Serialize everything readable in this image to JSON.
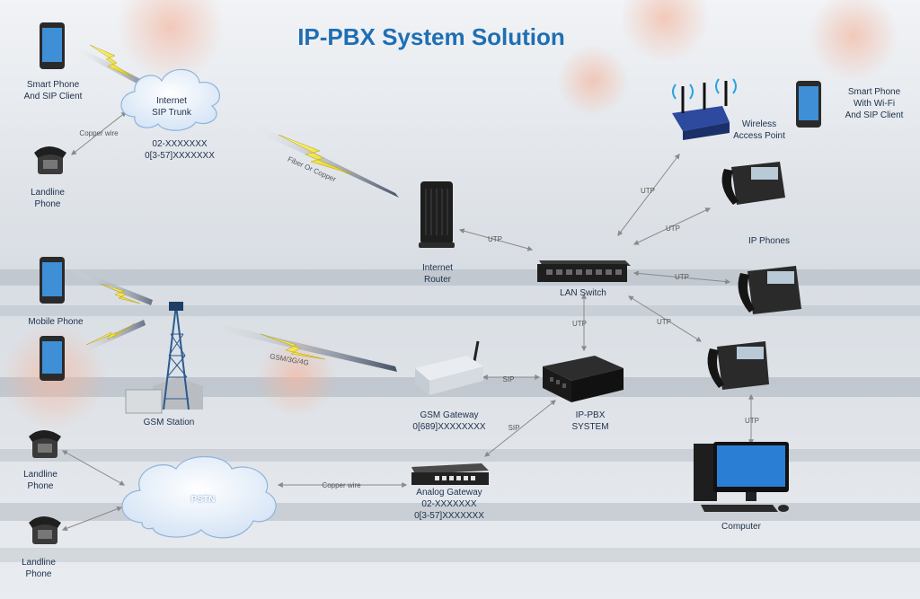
{
  "title": "IP-PBX System Solution",
  "nodes": {
    "smartphone_sip": "Smart Phone\nAnd SIP Client",
    "internet_sip_trunk": "Internet\nSIP Trunk",
    "sip_trunk_numbers": "02-XXXXXXX\n0[3-57]XXXXXXX",
    "landline_top": "Landline\nPhone",
    "internet_router": "Internet\nRouter",
    "lan_switch": "LAN Switch",
    "wireless_ap": "Wireless\nAccess Point",
    "smartphone_wifi": "Smart Phone\nWith Wi-Fi\nAnd SIP Client",
    "ip_phones": "IP Phones",
    "mobile_phone": "Mobile Phone",
    "gsm_station": "GSM Station",
    "gsm_gateway": "GSM Gateway\n0[689]XXXXXXXX",
    "ippbx": "IP-PBX\nSYSTEM",
    "landline_mid": "Landline\nPhone",
    "pstn": "PSTN",
    "analog_gateway": "Analog Gateway\n02-XXXXXXX\n0[3-57]XXXXXXX",
    "landline_bottom": "Landline\nPhone",
    "computer": "Computer"
  },
  "links": {
    "copper_wire_top": "Copper wire",
    "fiber_or_copper": "Fiber Or Copper",
    "utp_router_switch": "UTP",
    "utp_switch_ap": "UTP",
    "utp_switch_phone1": "UTP",
    "utp_switch_phone2": "UTP",
    "utp_switch_phone3": "UTP",
    "utp_switch_pbx": "UTP",
    "utp_phone_computer": "UTP",
    "gsm_3g_4g": "GSM/3G/4G",
    "sip_gsm_pbx": "SIP",
    "sip_analog_pbx": "SIP",
    "copper_wire_pstn": "Copper wire"
  },
  "colors": {
    "title": "#1f6fb3",
    "lightning": "#f4e51c",
    "cloud": "#e8f1fb",
    "background": "#d9dee4"
  }
}
